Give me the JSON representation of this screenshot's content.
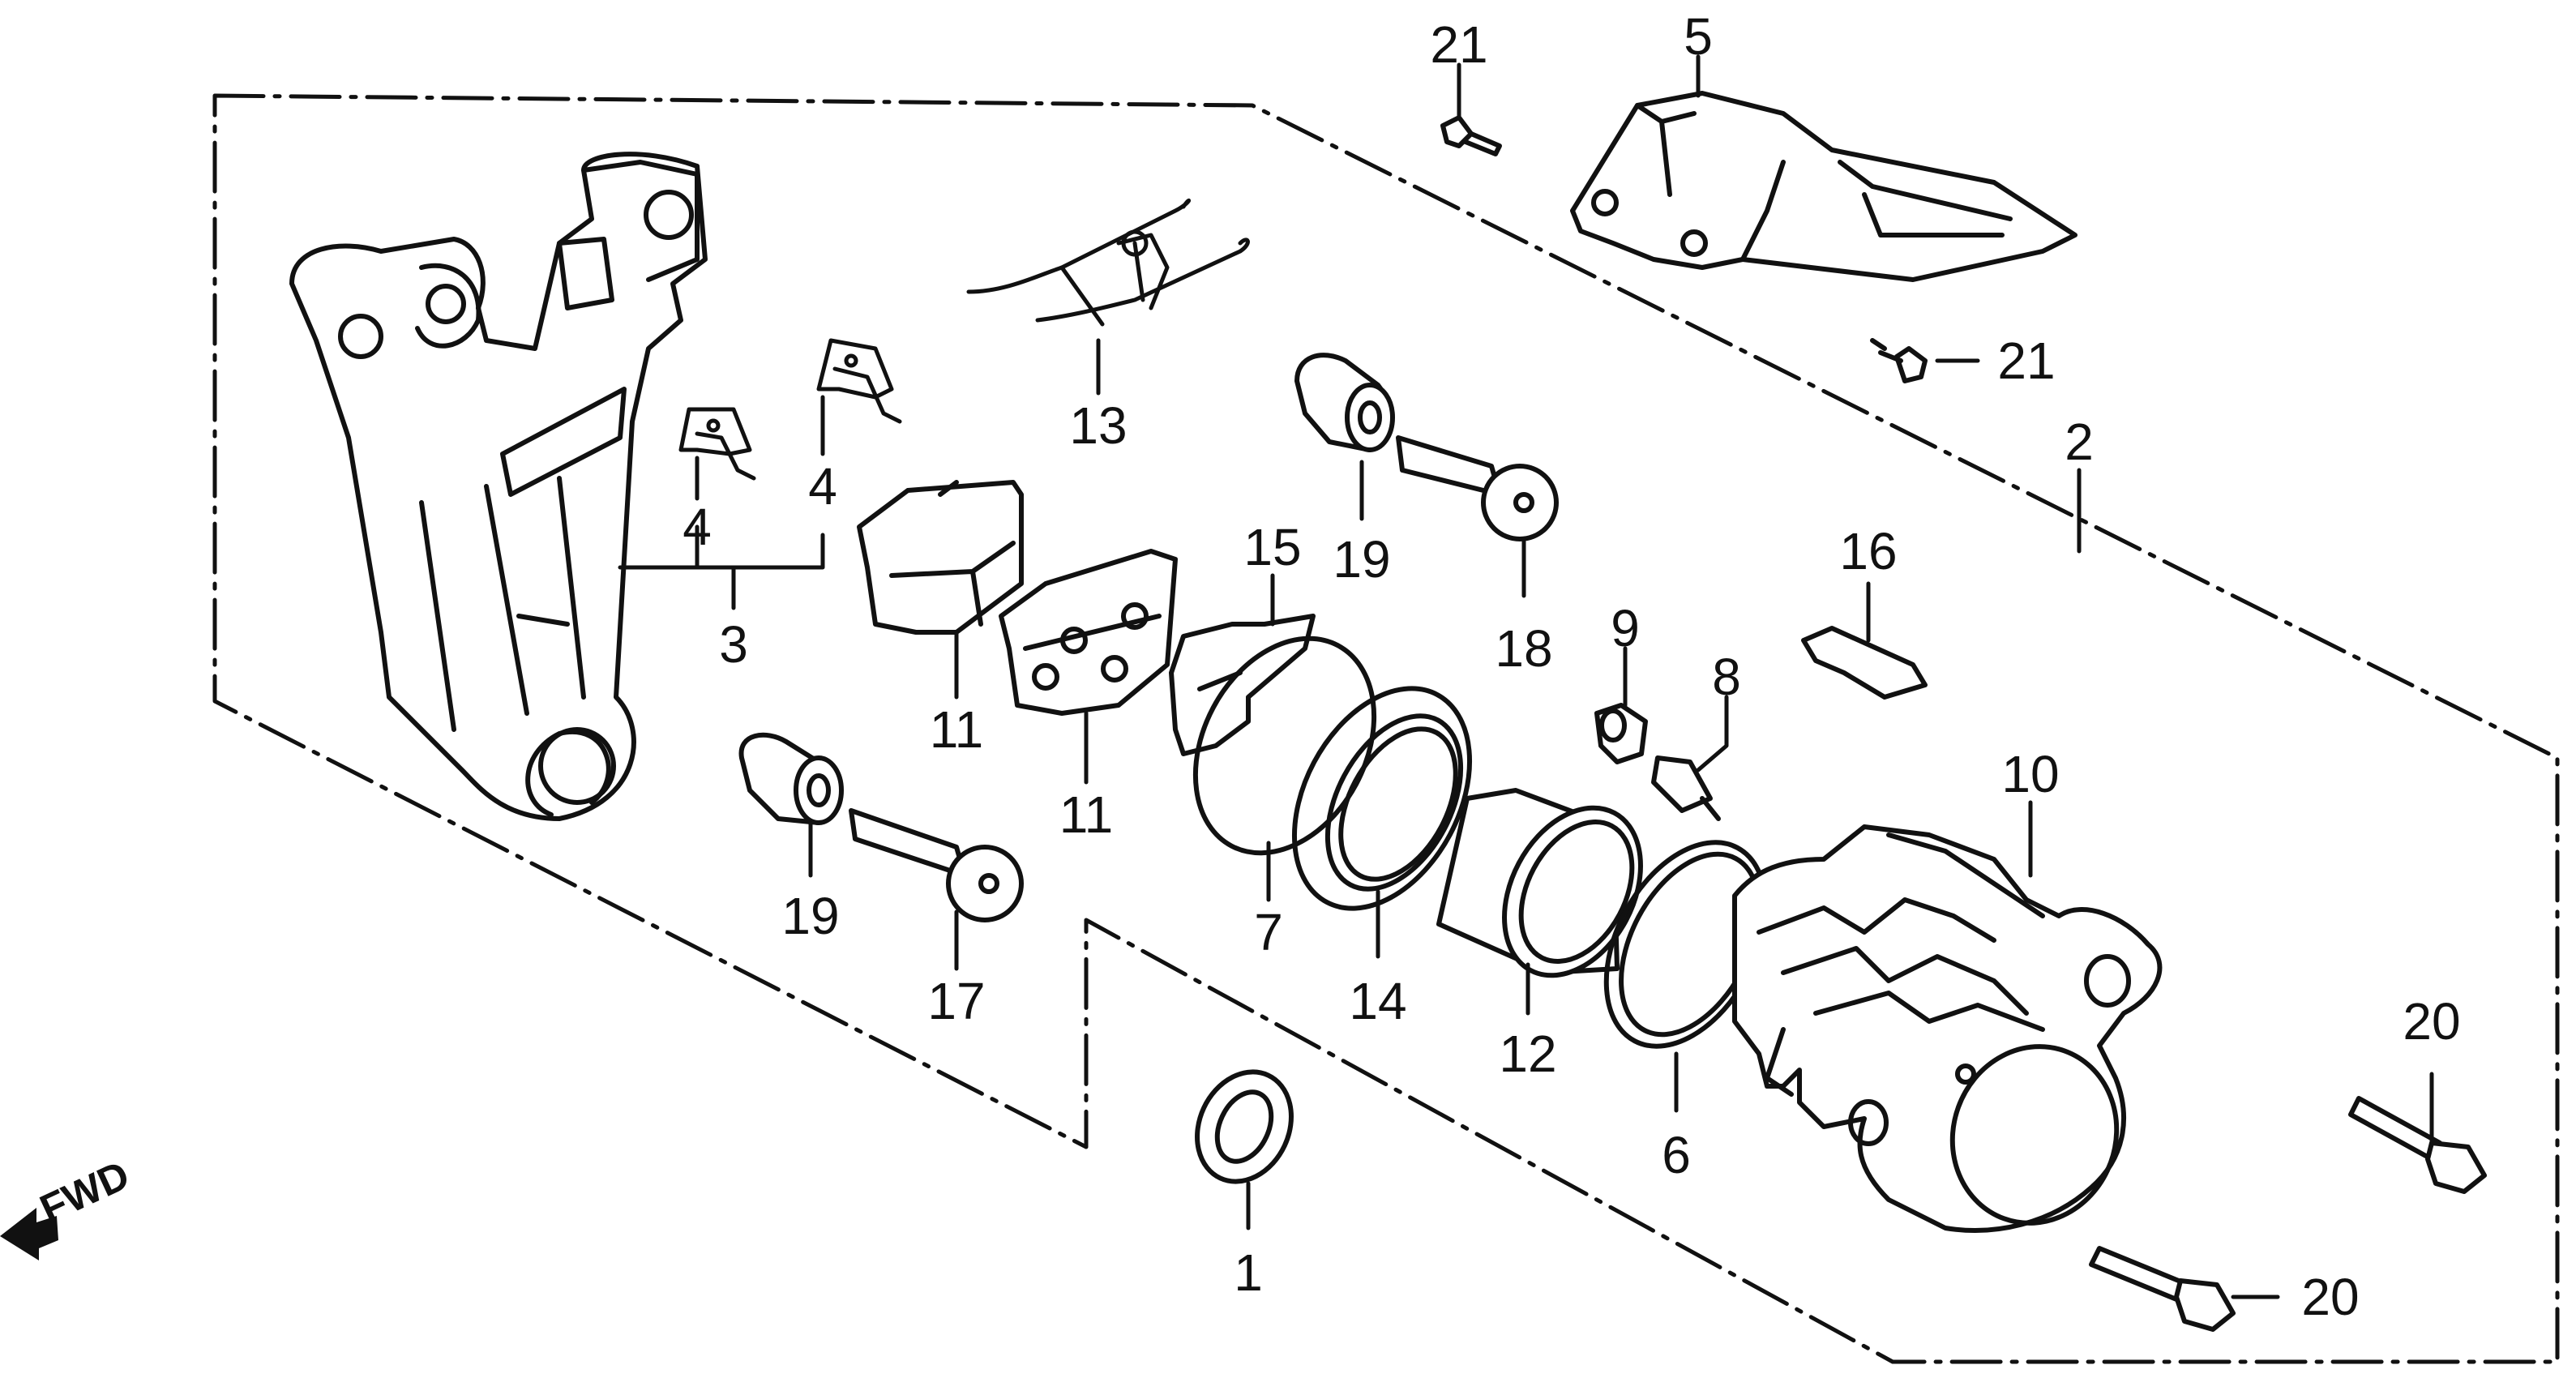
{
  "diagram": {
    "fwd_label": "FWD",
    "labels": [
      {
        "id": "c21a",
        "text": "21"
      },
      {
        "id": "c5",
        "text": "5"
      },
      {
        "id": "c21b",
        "text": "21"
      },
      {
        "id": "c2",
        "text": "2"
      },
      {
        "id": "c13",
        "text": "13"
      },
      {
        "id": "c4a",
        "text": "4"
      },
      {
        "id": "c4b",
        "text": "4"
      },
      {
        "id": "c3",
        "text": "3"
      },
      {
        "id": "c19a",
        "text": "19"
      },
      {
        "id": "c18",
        "text": "18"
      },
      {
        "id": "c15",
        "text": "15"
      },
      {
        "id": "c11a",
        "text": "11"
      },
      {
        "id": "c11b",
        "text": "11"
      },
      {
        "id": "c16",
        "text": "16"
      },
      {
        "id": "c9",
        "text": "9"
      },
      {
        "id": "c8",
        "text": "8"
      },
      {
        "id": "c10",
        "text": "10"
      },
      {
        "id": "c19b",
        "text": "19"
      },
      {
        "id": "c17",
        "text": "17"
      },
      {
        "id": "c7",
        "text": "7"
      },
      {
        "id": "c14",
        "text": "14"
      },
      {
        "id": "c12",
        "text": "12"
      },
      {
        "id": "c6",
        "text": "6"
      },
      {
        "id": "c20a",
        "text": "20"
      },
      {
        "id": "c20b",
        "text": "20"
      },
      {
        "id": "c1",
        "text": "1"
      }
    ]
  }
}
